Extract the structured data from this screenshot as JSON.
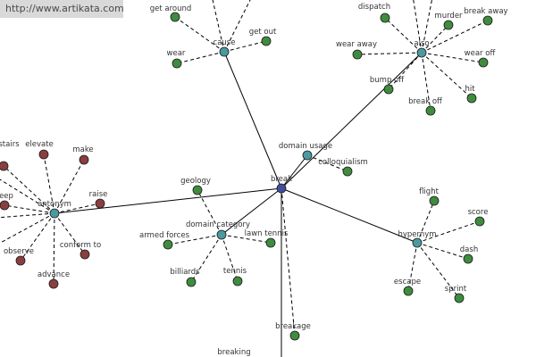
{
  "watermark": {
    "text": "http://www.artikata.com"
  },
  "colors": {
    "center": "#3f4f9e",
    "hub": "#4a9aa0",
    "leaf_green": "#3f8c3f",
    "leaf_red": "#8a3f3f",
    "line": "#000000",
    "background": "#ffffff"
  },
  "graph": {
    "center": {
      "id": "break",
      "label": "break"
    },
    "hubs": [
      {
        "id": "cause",
        "label": "cause"
      },
      {
        "id": "also",
        "label": "also"
      },
      {
        "id": "antonym",
        "label": "antonym"
      },
      {
        "id": "domain-category",
        "label": "domain category"
      },
      {
        "id": "hypernym",
        "label": "hypernym"
      },
      {
        "id": "domain-usage",
        "label": "domain usage"
      }
    ],
    "leaves": [
      {
        "id": "get-around",
        "hub": "cause",
        "label": "get around",
        "color": "green"
      },
      {
        "id": "get-out",
        "hub": "cause",
        "label": "get out",
        "color": "green"
      },
      {
        "id": "wear",
        "hub": "cause",
        "label": "wear",
        "color": "green"
      },
      {
        "id": "dispatch",
        "hub": "also",
        "label": "dispatch",
        "color": "green"
      },
      {
        "id": "murder",
        "hub": "also",
        "label": "murder",
        "color": "green"
      },
      {
        "id": "break-away",
        "hub": "also",
        "label": "break away",
        "color": "green"
      },
      {
        "id": "wear-away",
        "hub": "also",
        "label": "wear away",
        "color": "green"
      },
      {
        "id": "wear-off",
        "hub": "also",
        "label": "wear off",
        "color": "green"
      },
      {
        "id": "bump-off",
        "hub": "also",
        "label": "bump off",
        "color": "green"
      },
      {
        "id": "hit",
        "hub": "also",
        "label": "hit",
        "color": "green"
      },
      {
        "id": "break-off",
        "hub": "also",
        "label": "break off",
        "color": "green"
      },
      {
        "id": "stairs",
        "hub": "antonym",
        "label": "stairs",
        "color": "red"
      },
      {
        "id": "elevate",
        "hub": "antonym",
        "label": "elevate",
        "color": "red"
      },
      {
        "id": "make",
        "hub": "antonym",
        "label": "make",
        "color": "red"
      },
      {
        "id": "eep",
        "hub": "antonym",
        "label": "eep",
        "color": "red"
      },
      {
        "id": "raise",
        "hub": "antonym",
        "label": "raise",
        "color": "red"
      },
      {
        "id": "observe",
        "hub": "antonym",
        "label": "observe",
        "color": "red"
      },
      {
        "id": "conform-to",
        "hub": "antonym",
        "label": "conform to",
        "color": "red"
      },
      {
        "id": "advance",
        "hub": "antonym",
        "label": "advance",
        "color": "red"
      },
      {
        "id": "geology",
        "hub": "domain-category",
        "label": "geology",
        "color": "green"
      },
      {
        "id": "armed-forces",
        "hub": "domain-category",
        "label": "armed forces",
        "color": "green"
      },
      {
        "id": "lawn-tennis",
        "hub": "domain-category",
        "label": "lawn tennis",
        "color": "green"
      },
      {
        "id": "billiards",
        "hub": "domain-category",
        "label": "billiards",
        "color": "green"
      },
      {
        "id": "tennis",
        "hub": "domain-category",
        "label": "tennis",
        "color": "green"
      },
      {
        "id": "colloquialism",
        "hub": "domain-usage",
        "label": "colloquialism",
        "color": "green"
      },
      {
        "id": "flight",
        "hub": "hypernym",
        "label": "flight",
        "color": "green"
      },
      {
        "id": "score",
        "hub": "hypernym",
        "label": "score",
        "color": "green"
      },
      {
        "id": "dash",
        "hub": "hypernym",
        "label": "dash",
        "color": "green"
      },
      {
        "id": "escape",
        "hub": "hypernym",
        "label": "escape",
        "color": "green"
      },
      {
        "id": "sprint",
        "hub": "hypernym",
        "label": "sprint",
        "color": "green"
      },
      {
        "id": "breakage",
        "hub": "break",
        "label": "breakage",
        "color": "green"
      },
      {
        "id": "breaking",
        "hub": "break",
        "label": "breaking",
        "color": "none"
      }
    ]
  }
}
